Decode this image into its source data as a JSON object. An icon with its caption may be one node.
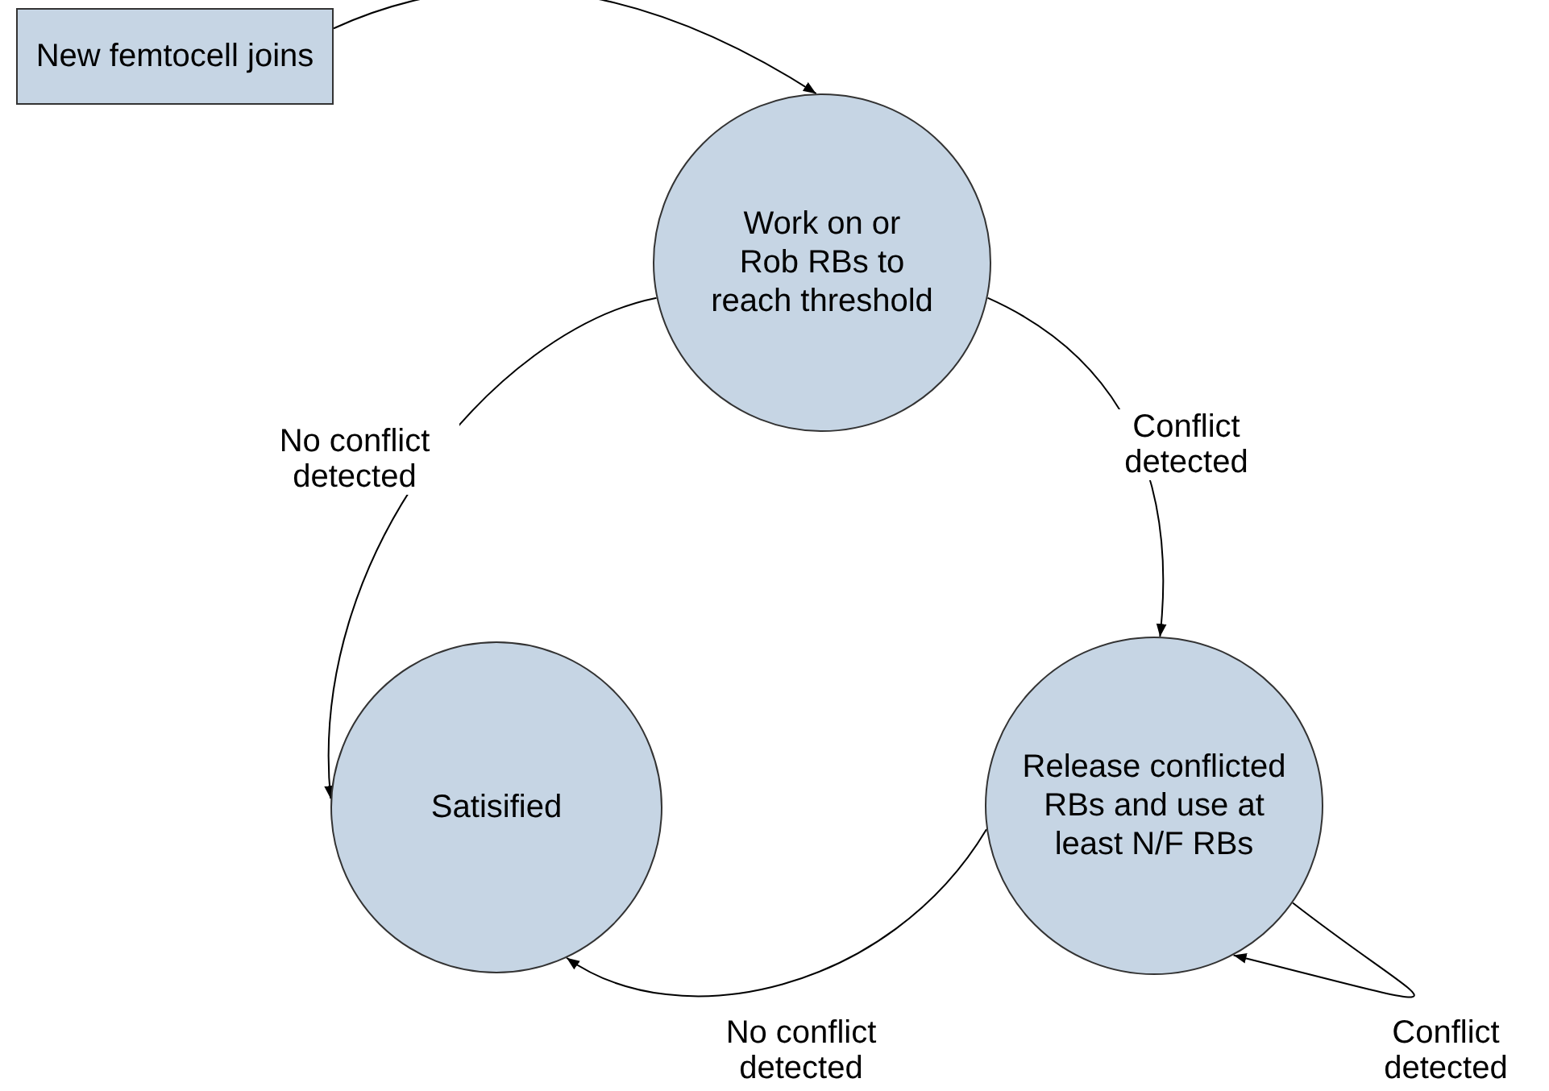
{
  "diagram": {
    "nodes": [
      {
        "text": [
          "New femtocell joins"
        ]
      },
      {
        "text": [
          "Work on or Rob RBs to reach threshold"
        ]
      },
      {
        "text": [
          "Satisified"
        ]
      },
      {
        "text": [
          "Release conflicted RBs and use at least N/F RBs"
        ]
      }
    ],
    "edges": [
      {
        "from": 0,
        "to": 1,
        "arrow": "to"
      },
      {
        "from": 1,
        "to": 2,
        "arrow": "to",
        "label": "No conflict detected"
      },
      {
        "from": 1,
        "to": 3,
        "arrow": "to",
        "label": "Conflict detected"
      },
      {
        "from": 3,
        "to": 2,
        "arrow": "to",
        "label": "No conflict detected"
      },
      {
        "from": 3,
        "to": 3,
        "arrow": "to",
        "label": "Conflict detected"
      }
    ]
  }
}
